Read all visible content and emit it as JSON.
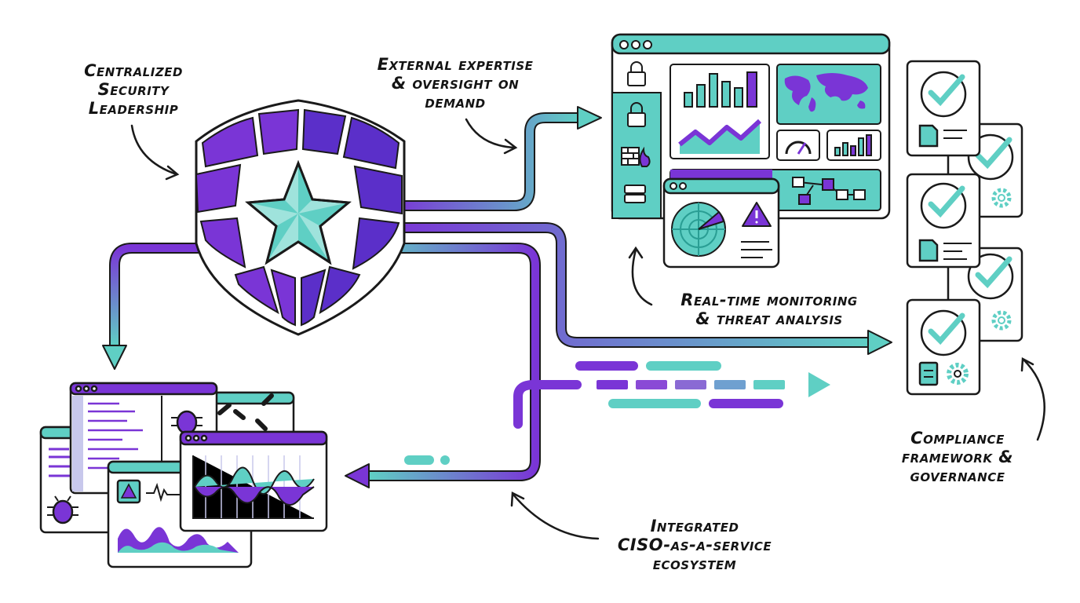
{
  "labels": {
    "leadership": [
      "Centralized",
      "Security",
      "Leadership"
    ],
    "expertise": [
      "External expertise",
      "& oversight on",
      "demand"
    ],
    "monitoring": [
      "Real-time monitoring",
      "& threat analysis"
    ],
    "compliance": [
      "Compliance",
      "framework &",
      "governance"
    ],
    "ecosystem": [
      "Integrated",
      "CISO-as-a-service",
      "ecosystem"
    ]
  },
  "colors": {
    "purple": "#7a35d6",
    "deep_purple": "#5b2fc9",
    "teal": "#5fcfc4",
    "ink": "#1a1a1a"
  },
  "icons": [
    "shield-icon",
    "star-icon",
    "lock-icon",
    "firewall-icon",
    "server-icon",
    "radar-icon",
    "warning-icon",
    "gauge-icon",
    "world-map-icon",
    "checkmark-icon",
    "gear-icon",
    "document-icon",
    "bug-icon",
    "broken-chain-icon",
    "waveform-icon"
  ]
}
